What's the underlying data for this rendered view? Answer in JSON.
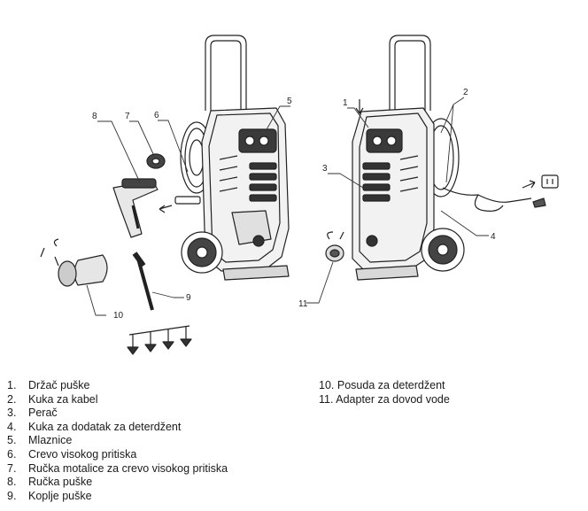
{
  "callouts": {
    "c1": "1",
    "c2": "2",
    "c3": "3",
    "c4": "4",
    "c5": "5",
    "c6": "6",
    "c7": "7",
    "c8": "8",
    "c9": "9",
    "c10": "10",
    "c11": "11"
  },
  "legend": {
    "left": [
      {
        "num": "1.",
        "text": "Držač puške"
      },
      {
        "num": "2.",
        "text": "Kuka za kabel"
      },
      {
        "num": "3.",
        "text": "Perač"
      },
      {
        "num": "4.",
        "text": "Kuka za dodatak za deterdžent"
      },
      {
        "num": "5.",
        "text": "Mlaznice"
      },
      {
        "num": "6.",
        "text": "Crevo visokog pritiska"
      },
      {
        "num": "7.",
        "text": "Ručka motalice za crevo visokog pritiska"
      },
      {
        "num": "8.",
        "text": "Ručka puške"
      },
      {
        "num": "9.",
        "text": "Koplje puške"
      }
    ],
    "right": [
      {
        "num": "10.",
        "text": "Posuda za deterdžent"
      },
      {
        "num": "11.",
        "text": "Adapter za dovod vode"
      }
    ]
  }
}
